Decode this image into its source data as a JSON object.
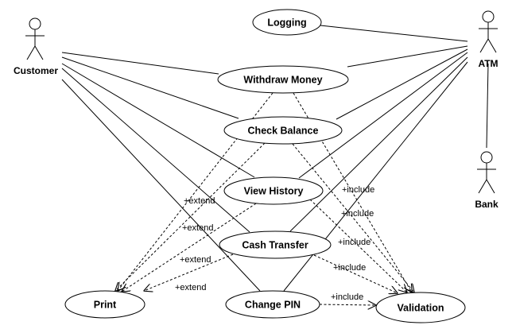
{
  "actors": [
    {
      "id": "customer",
      "label": "Customer"
    },
    {
      "id": "atm",
      "label": "ATM"
    },
    {
      "id": "bank",
      "label": "Bank"
    }
  ],
  "use_cases": [
    {
      "id": "logging",
      "label": "Logging"
    },
    {
      "id": "withdraw",
      "label": "Withdraw Money"
    },
    {
      "id": "balance",
      "label": "Check Balance"
    },
    {
      "id": "history",
      "label": "View History"
    },
    {
      "id": "transfer",
      "label": "Cash Transfer"
    },
    {
      "id": "pin",
      "label": "Change PIN"
    },
    {
      "id": "print",
      "label": "Print"
    },
    {
      "id": "validation",
      "label": "Validation"
    }
  ],
  "associations": [
    [
      "customer",
      "withdraw"
    ],
    [
      "customer",
      "balance"
    ],
    [
      "customer",
      "history"
    ],
    [
      "customer",
      "transfer"
    ],
    [
      "customer",
      "pin"
    ],
    [
      "atm",
      "logging"
    ],
    [
      "atm",
      "withdraw"
    ],
    [
      "atm",
      "balance"
    ],
    [
      "atm",
      "history"
    ],
    [
      "atm",
      "transfer"
    ],
    [
      "atm",
      "pin"
    ],
    [
      "atm",
      "bank"
    ]
  ],
  "relations": [
    {
      "from": "balance",
      "to": "print",
      "type": "extend",
      "label": "+extend"
    },
    {
      "from": "withdraw",
      "to": "print",
      "type": "extend",
      "label": "+extend"
    },
    {
      "from": "history",
      "to": "print",
      "type": "extend",
      "label": "+extend"
    },
    {
      "from": "transfer",
      "to": "print",
      "type": "extend",
      "label": "+extend"
    },
    {
      "from": "withdraw",
      "to": "validation",
      "type": "include",
      "label": "+include"
    },
    {
      "from": "balance",
      "to": "validation",
      "type": "include",
      "label": "+include"
    },
    {
      "from": "history",
      "to": "validation",
      "type": "include",
      "label": "+include"
    },
    {
      "from": "transfer",
      "to": "validation",
      "type": "include",
      "label": "+include"
    },
    {
      "from": "pin",
      "to": "validation",
      "type": "include",
      "label": "+include"
    }
  ]
}
